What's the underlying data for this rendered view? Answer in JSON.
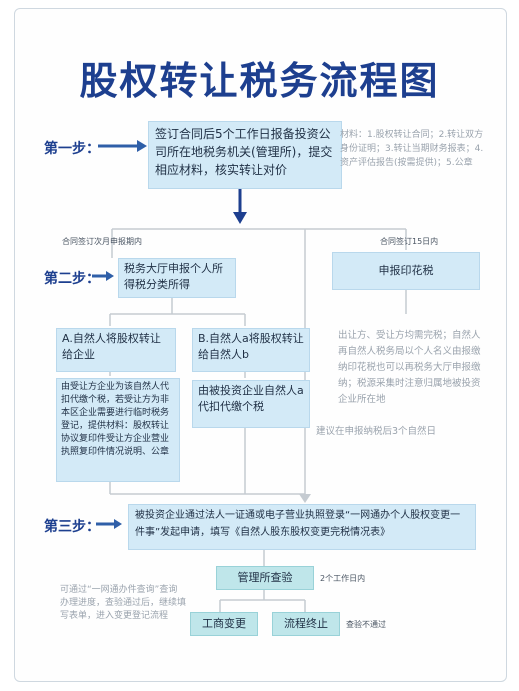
{
  "title": "股权转让税务流程图",
  "steps": {
    "step1": "第一步：",
    "step2": "第二步：",
    "step3": "第三步："
  },
  "box1": "签订合同后5个工作日报备投资公司所在地税务机关(管理所)，提交相应材料，核实转让对价",
  "materials": "材料：1.股权转让合同；2.转让双方身份证明；3.转让当期财务报表；4.资产评估报告(按需提供)；5.公章",
  "label_next_month": "合同签订次月申报期内",
  "label_15days": "合同签订15日内",
  "box_hall": "税务大厅申报个人所得税分类所得",
  "box_stamp": "申报印花税",
  "box_a": "A.自然人将股权转让给企业",
  "box_b": "B.自然人a将股权转让给自然人b",
  "box_a_detail": "由受让方企业为该自然人代扣代缴个税，若受让方为非本区企业需要进行临时税务登记，提供材料：股权转让协议复印件受让方企业营业执照复印件情况说明、公章",
  "box_b_detail": "由被投资企业自然人a代扣代缴个税",
  "stamp_note": "出让方、受让方均需完税；自然人再自然人税务局以个人名义由报缴纳印花税也可以再税务大厅申报缴纳；税源采集时注意归属地被投资企业所在地",
  "stamp_suggest": "建议在申报纳税后3个自然日",
  "box_step3": "被投资企业通过法人一证通或电子营业执照登录“一网通办个人股权变更一件事”发起申请，填写《自然人股东股权变更完税情况表》",
  "box_check": "管理所查验",
  "label_2days": "2个工作日内",
  "query_note": "可通过“一网通办件查询”查询办理进度，查验通过后，继续填写表单，进入变更登记流程",
  "box_change": "工商变更",
  "box_end": "流程终止",
  "label_fail": "查验不通过",
  "colors": {
    "title": "#1d3f8f",
    "arrow": "#2f5fa8",
    "box_blue": "#d3eaf7",
    "box_teal": "#bfe6ea"
  }
}
